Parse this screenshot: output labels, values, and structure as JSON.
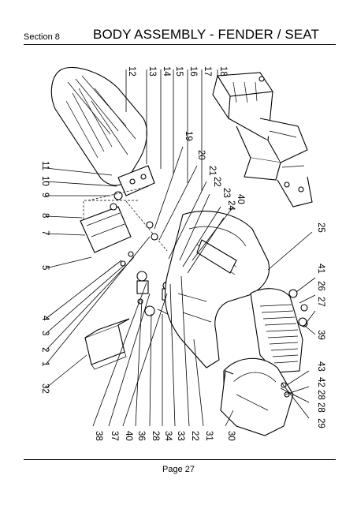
{
  "header": {
    "section": "Section 8",
    "title": "BODY ASSEMBLY - FENDER / SEAT"
  },
  "footer": {
    "page": "Page 27"
  },
  "callouts": {
    "top": [
      "12",
      "13",
      "14",
      "15",
      "16",
      "17",
      "18"
    ],
    "left": [
      "11",
      "10",
      "9",
      "8",
      "7",
      "5",
      "4",
      "3",
      "2",
      "1",
      "32"
    ],
    "right_diagonal": [
      "19",
      "20",
      "21",
      "22",
      "23",
      "24",
      "40"
    ],
    "right": [
      "25",
      "41",
      "26",
      "27",
      "39",
      "43",
      "42",
      "28",
      "29",
      "28"
    ],
    "bottom": [
      "38",
      "37",
      "40",
      "36",
      "28",
      "34",
      "33",
      "22",
      "31",
      "30"
    ]
  }
}
